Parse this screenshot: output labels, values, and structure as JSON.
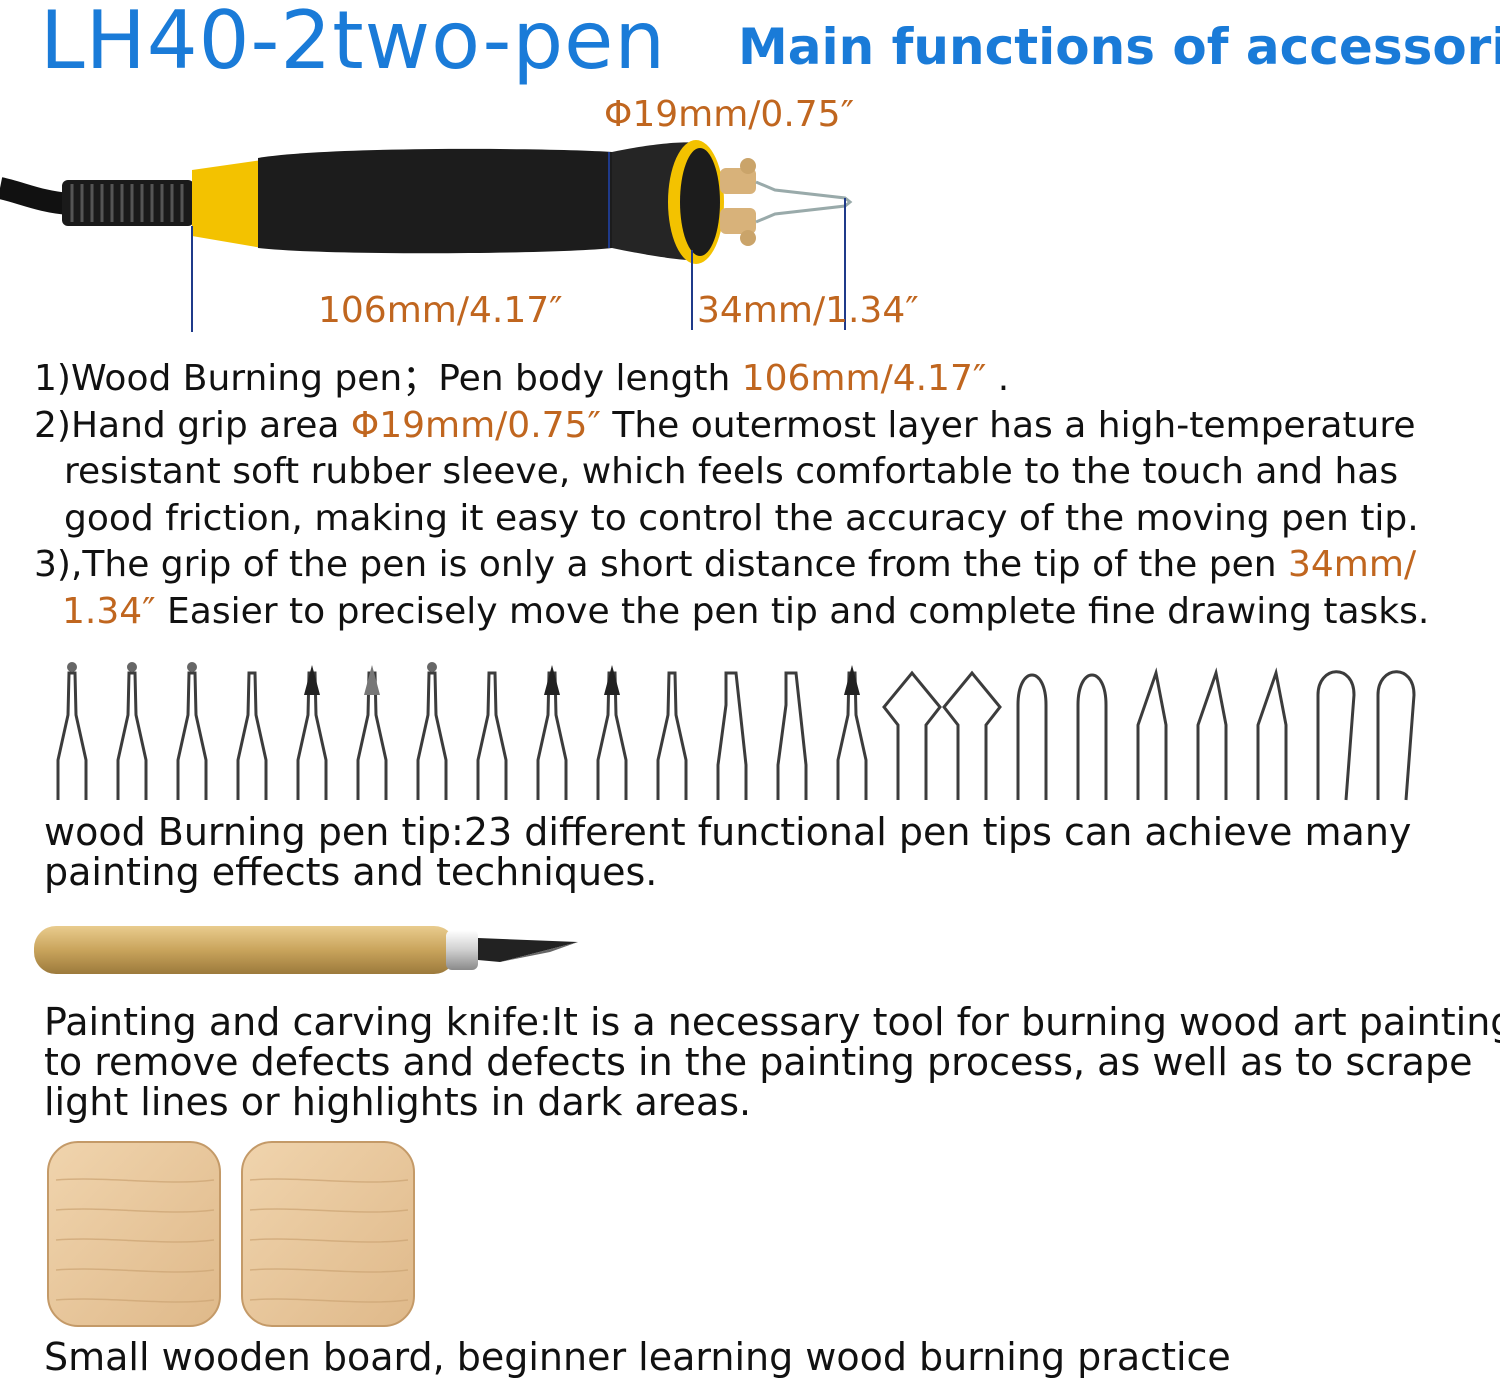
{
  "title": {
    "main": "LH40-2two-pen",
    "sub": "Main functions of accessorie"
  },
  "pen_dimensions": {
    "diameter": "Φ19mm/0.75″",
    "body_length": "106mm/4.17″",
    "tip_distance": "34mm/1.34″"
  },
  "description": {
    "line1_prefix": "1)Wood Burning pen；Pen body length ",
    "line1_value": "106mm/4.17″",
    "line1_suffix": " .",
    "line2_prefix": "2)Hand grip area ",
    "line2_value": "Φ19mm/0.75″",
    "line2_suffix": " The outermost layer has a high-temperature",
    "line3": "resistant soft rubber sleeve, which feels comfortable to the touch and has",
    "line4": "good friction, making it easy to control the accuracy of the moving pen tip.",
    "line5_prefix": "3),The grip of the pen is only a short distance from the tip of the pen ",
    "line5_value": "34mm/",
    "line6_value": "1.34″",
    "line6_suffix": " Easier to precisely move the pen tip and complete fine drawing tasks."
  },
  "tips_caption": {
    "line1": "wood Burning pen tip:23 different functional pen tips can achieve many",
    "line2": "painting effects and techniques."
  },
  "knife_caption": {
    "line1": "Painting and carving knife:It is a necessary tool for burning wood art painting",
    "line2": "to remove defects and defects in the painting process, as well as to scrape",
    "line3": "light lines or highlights in dark areas."
  },
  "board_caption": "Small wooden board, beginner learning wood burning practice",
  "colors": {
    "title_blue": "#1a7bd8",
    "dimension_orange": "#c0661f",
    "grip_yellow": "#f3c200",
    "wood": "#e8c9a0"
  },
  "tip_count": 23
}
